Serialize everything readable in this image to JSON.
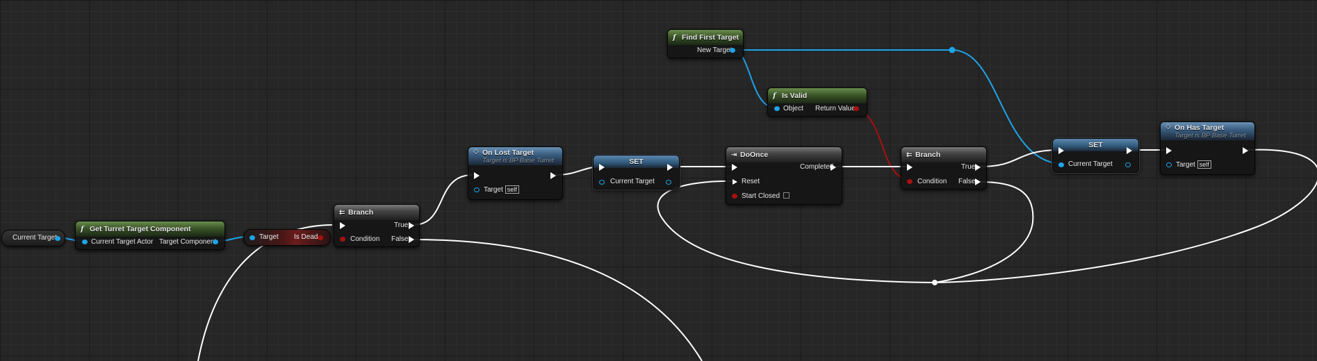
{
  "graph": {
    "nodes": {
      "current_target_getter": {
        "label": "Current Target"
      },
      "get_turret_target_component": {
        "title": "Get Turret Target Component",
        "input_label": "Current Target Actor",
        "output_label": "Target Component"
      },
      "is_dead": {
        "input_label": "Target",
        "output_label": "Is Dead"
      },
      "branch_1": {
        "title": "Branch",
        "condition_label": "Condition",
        "true_label": "True",
        "false_label": "False"
      },
      "on_lost_target": {
        "title": "On Lost Target",
        "subtitle": "Target is BP Base Turret",
        "target_label": "Target",
        "self_label": "self"
      },
      "set_1": {
        "title": "SET",
        "var_label": "Current Target"
      },
      "find_first_target": {
        "title": "Find First Target",
        "output_label": "New Target"
      },
      "is_valid": {
        "title": "Is Valid",
        "input_label": "Object",
        "output_label": "Return Value"
      },
      "do_once": {
        "title": "DoOnce",
        "completed_label": "Completed",
        "reset_label": "Reset",
        "start_closed_label": "Start Closed"
      },
      "branch_2": {
        "title": "Branch",
        "condition_label": "Condition",
        "true_label": "True",
        "false_label": "False"
      },
      "set_2": {
        "title": "SET",
        "var_label": "Current Target"
      },
      "on_has_target": {
        "title": "On Has Target",
        "subtitle": "Target is BP Base Turret",
        "target_label": "Target",
        "self_label": "self"
      }
    },
    "icons": {
      "function": "function-icon",
      "event": "event-diamond-icon",
      "branch": "branch-icon",
      "do_once": "do-once-icon"
    },
    "colors": {
      "background": "#262626",
      "exec_wire": "#ffffff",
      "object_pin": "#1ea4e9",
      "bool_pin": "#a81010",
      "function_header": "#3a5528",
      "event_header": "#3a5f82",
      "macro_header": "#454545"
    }
  }
}
